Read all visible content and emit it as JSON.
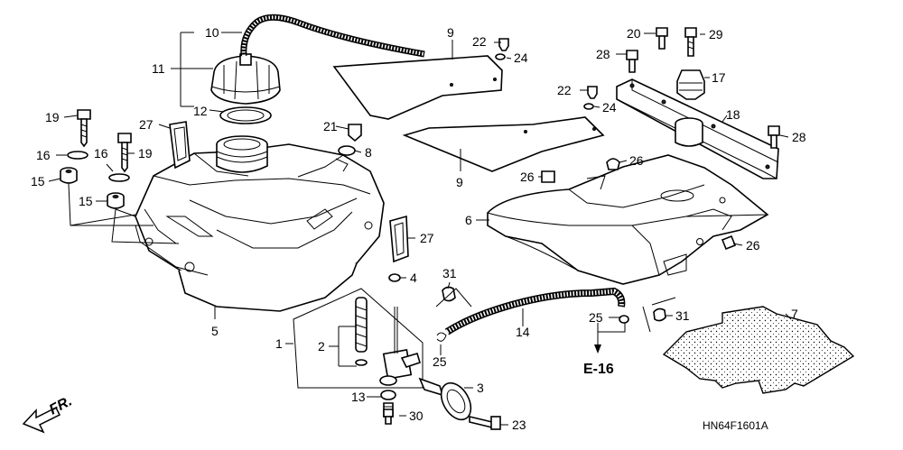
{
  "diagram": {
    "code": "HN64F1601A",
    "ref_label": "E-16",
    "front_label": "FR.",
    "callouts": {
      "c1": "1",
      "c2": "2",
      "c3": "3",
      "c4": "4",
      "c5": "5",
      "c6": "6",
      "c7": "7",
      "c8": "8",
      "c9a": "9",
      "c9b": "9",
      "c10": "10",
      "c11": "11",
      "c12": "12",
      "c13": "13",
      "c14": "14",
      "c15a": "15",
      "c15b": "15",
      "c16a": "16",
      "c16b": "16",
      "c17": "17",
      "c18": "18",
      "c19a": "19",
      "c19b": "19",
      "c20": "20",
      "c21": "21",
      "c22a": "22",
      "c22b": "22",
      "c23": "23",
      "c24a": "24",
      "c24b": "24",
      "c25a": "25",
      "c25b": "25",
      "c26a": "26",
      "c26b": "26",
      "c26c": "26",
      "c27a": "27",
      "c27b": "27",
      "c28a": "28",
      "c28b": "28",
      "c29": "29",
      "c30": "30",
      "c31a": "31",
      "c31b": "31"
    }
  }
}
